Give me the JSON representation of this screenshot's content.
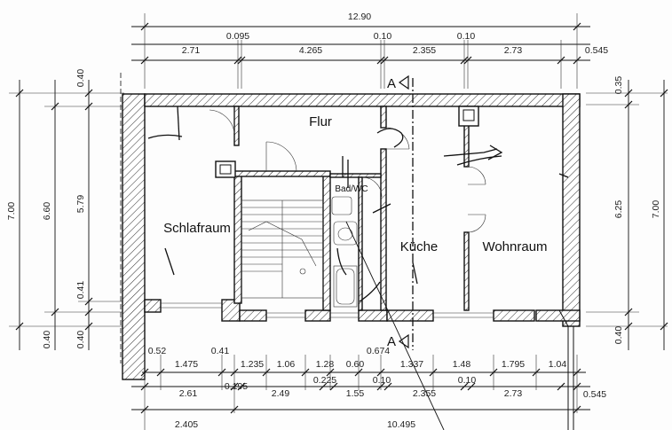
{
  "rooms": {
    "flur": "Flur",
    "schlafraum": "Schlafraum",
    "bad_wc": "Bad/WC",
    "kueche": "Küche",
    "wohnraum": "Wohnraum"
  },
  "section_marker": "A",
  "dimensions": {
    "top_total": "12.90",
    "top_segments": [
      "2.71",
      "0.095",
      "4.265",
      "0.10",
      "2.355",
      "0.10",
      "2.73",
      "0.545"
    ],
    "left_outer": "7.00",
    "left_mid": "6.60",
    "left_inner": "5.79",
    "left_top": "0.40",
    "left_bottom_a": "0.40",
    "left_bottom_b": "0.40",
    "left_sill": "0.41",
    "right_top": "0.35",
    "right_inner": "6.25",
    "right_outer": "7.00",
    "right_bottom": "0.40",
    "bottom_row1": [
      "0.52",
      "0.41",
      "0.674"
    ],
    "bottom_row2": [
      "1.475",
      "1.235",
      "1.06",
      "1.28",
      "0.60",
      "1.337",
      "1.48",
      "1.795",
      "1.04"
    ],
    "bottom_row3": [
      "2.61",
      "0.195",
      "2.49",
      "0.225",
      "1.55",
      "0.10",
      "2.355",
      "0.10",
      "2.73",
      "0.545"
    ],
    "bottom_row4": [
      "2.405",
      "10.495"
    ]
  }
}
